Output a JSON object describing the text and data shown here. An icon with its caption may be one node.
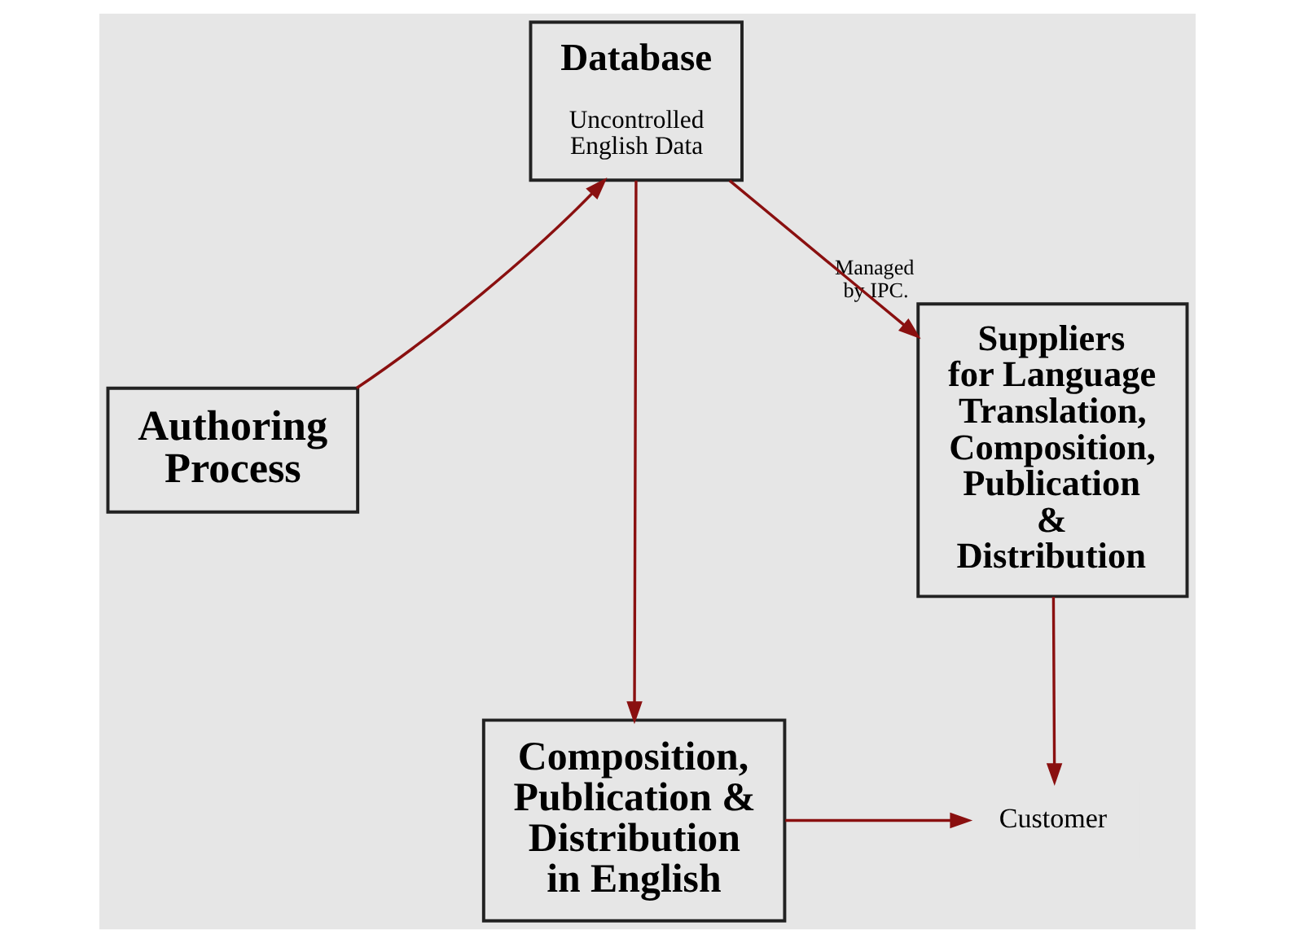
{
  "diagram": {
    "nodes": [
      {
        "text": [
          "Database",
          "Uncontrolled English Data"
        ]
      },
      {
        "text": [
          "Authoring Process"
        ]
      },
      {
        "text": [
          "Suppliers for Language Translation, Composition, Publication & Distribution"
        ],
        "beside": [
          "Managed by IPC."
        ]
      },
      {
        "text": [
          "Composition, Publication & Distribution in English"
        ]
      },
      {
        "text": [
          "Customer"
        ]
      }
    ],
    "edges": [
      {
        "from": 1,
        "to": 0,
        "arrow": "to"
      },
      {
        "from": 0,
        "to": 2,
        "arrow": "to"
      },
      {
        "from": 0,
        "to": 3,
        "arrow": "to"
      },
      {
        "from": 3,
        "to": 4,
        "arrow": "to"
      },
      {
        "from": 2,
        "to": 4,
        "arrow": "to"
      }
    ]
  }
}
